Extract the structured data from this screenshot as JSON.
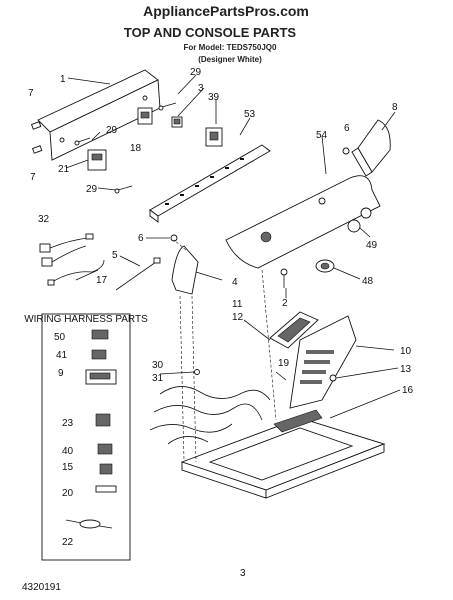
{
  "watermark": "AppliancePartsPros.com",
  "header": {
    "title": "TOP AND CONSOLE PARTS",
    "model_line": "For Model: TEDS750JQ0",
    "variant": "(Designer White)"
  },
  "harness_box": {
    "title": "WIRING HARNESS PARTS"
  },
  "labels": {
    "p1": "1",
    "p7a": "7",
    "p7b": "7",
    "p29a": "29",
    "p3": "3",
    "p39": "39",
    "p53": "53",
    "p8": "8",
    "p6a": "6",
    "p29b": "29",
    "p18": "18",
    "p21": "21",
    "p29c": "29",
    "p54": "54",
    "p49": "49",
    "p32": "32",
    "p6b": "6",
    "p5": "5",
    "p17": "17",
    "p4": "4",
    "p2": "2",
    "p48": "48",
    "p11": "11",
    "p12": "12",
    "p10": "10",
    "p13": "13",
    "p19": "19",
    "p30": "30",
    "p31": "31",
    "p16": "16",
    "h50": "50",
    "h41": "41",
    "h9": "9",
    "h23": "23",
    "h40": "40",
    "h15": "15",
    "h20": "20",
    "h22": "22"
  },
  "footer": {
    "doc_number": "4320191",
    "page": "3"
  }
}
